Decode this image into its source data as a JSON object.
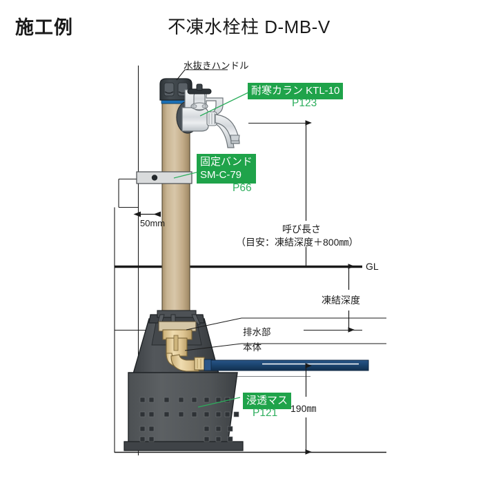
{
  "header": {
    "section_title": "施工例",
    "product_title": "不凍水栓柱 D-MB-V"
  },
  "callouts": {
    "drain_handle": "水抜きハンドル",
    "drain_port": "排水部",
    "main_body": "本体"
  },
  "badges": [
    {
      "name": "cold-resistant-faucet",
      "line1": "耐寒カラン KTL-10",
      "line2": "",
      "page": "P123"
    },
    {
      "name": "fixing-band",
      "line1": "固定バンド",
      "line2": "SM-C-79",
      "page": "P66"
    },
    {
      "name": "infiltration-box",
      "line1": "浸透マス",
      "line2": "",
      "page": "P121"
    }
  ],
  "dimensions": {
    "offset_50": "50mm",
    "nominal_length_title": "呼び長さ",
    "nominal_length_note": "（目安：凍結深度＋800㎜）",
    "ground_level": "GL",
    "frost_depth": "凍結深度",
    "base_height": "190㎜"
  },
  "colors": {
    "badge_green": "#1fa34a",
    "page_code_green": "#2cae5c",
    "post_tan": "#c7b391",
    "cap_dark": "#3c4348",
    "blue_band": "#1a6fb5",
    "pipe_navy": "#1b4470",
    "base_gray": "#4a4e52",
    "box_gray": "#55585b",
    "chrome": "#dcdfe2",
    "brass": "#e2cb95",
    "line_black": "#1a1a1a"
  }
}
